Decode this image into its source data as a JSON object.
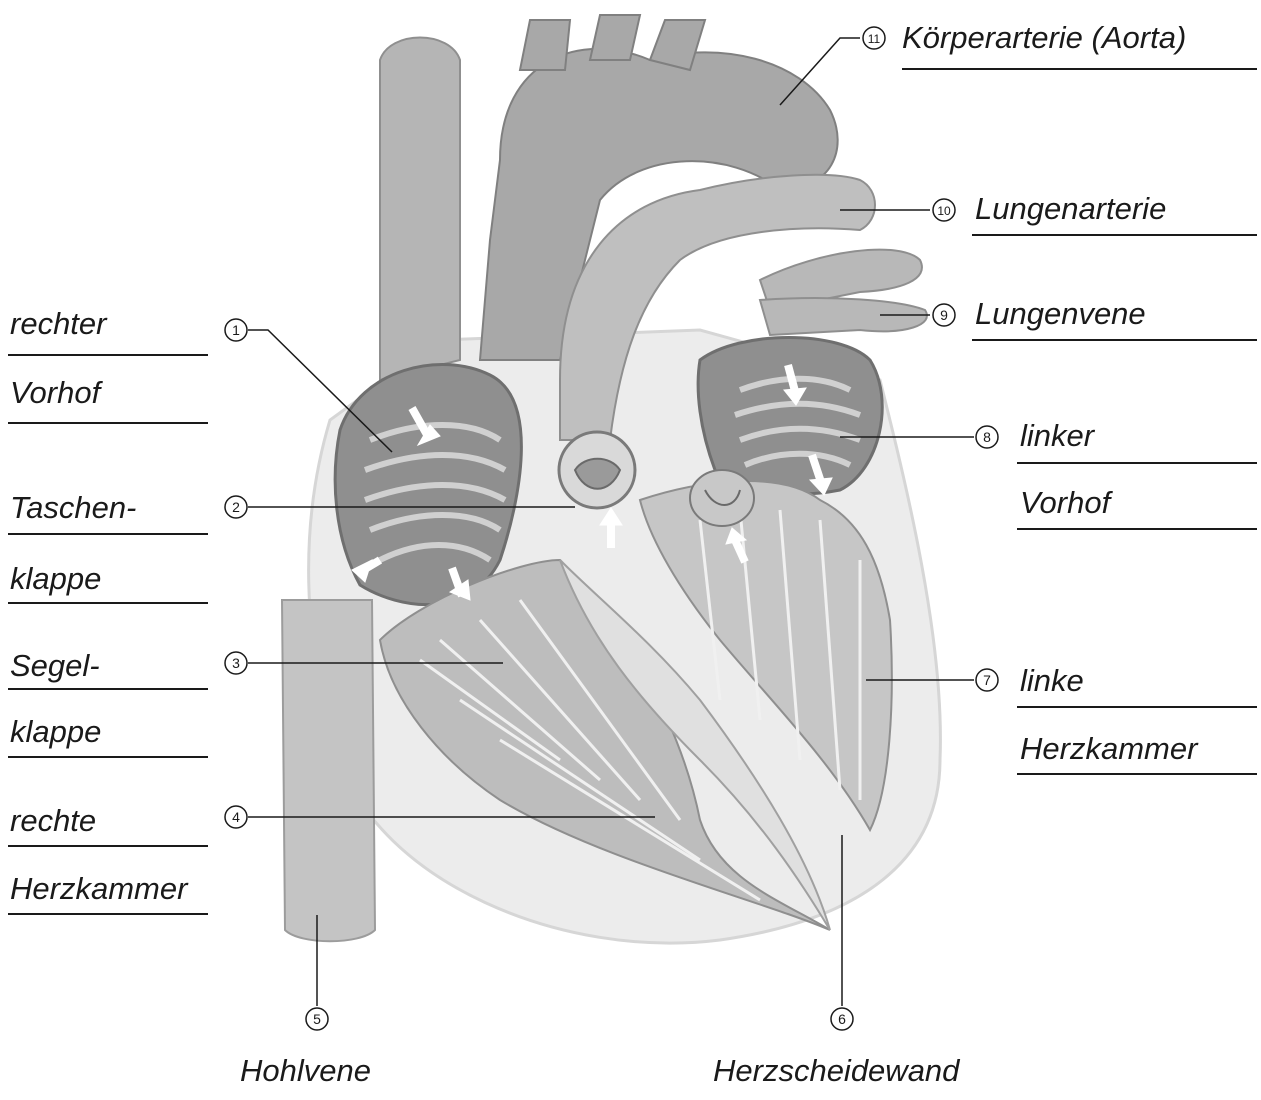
{
  "labels": {
    "l1a": "rechter",
    "l1b": "Vorhof",
    "l2a": "Taschen-",
    "l2b": "klappe",
    "l3a": "Segel-",
    "l3b": "klappe",
    "l4a": "rechte",
    "l4b": "Herzkammer",
    "l5": "Hohlvene",
    "l6": "Herzscheidewand",
    "l7a": "linke",
    "l7b": "Herzkammer",
    "l8a": "linker",
    "l8b": "Vorhof",
    "l9": "Lungenvene",
    "l10": "Lungenarterie",
    "l11": "Körperarterie (Aorta)"
  },
  "markers": [
    "1",
    "2",
    "3",
    "4",
    "5",
    "6",
    "7",
    "8",
    "9",
    "10",
    "11"
  ],
  "colors": {
    "ink": "#1a1a1a",
    "vessel": "#bdbdbd",
    "vessel_dark": "#9c9c9c",
    "chamber": "#8f8f8f",
    "muscle": "#d2d2d2",
    "wall": "#e8e8e8"
  }
}
